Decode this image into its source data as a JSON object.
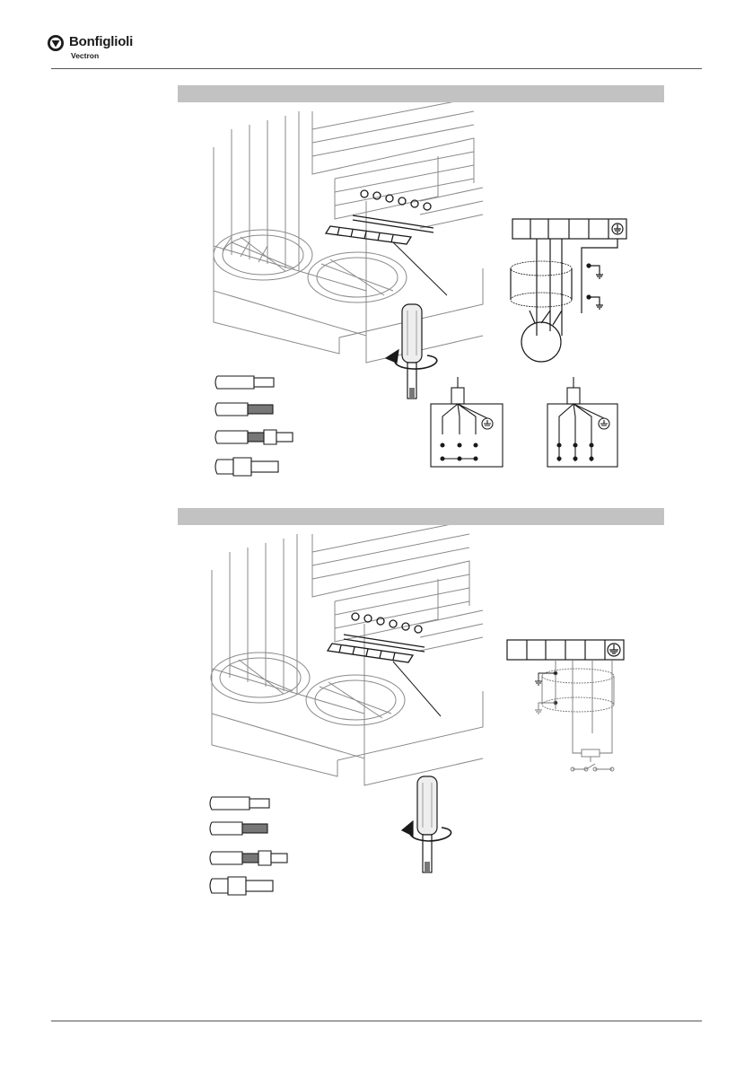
{
  "header": {
    "brand": "Bonfiglioli",
    "subbrand": "Vectron"
  },
  "sections": [
    {
      "id": "motor-connection",
      "heading_bar": "",
      "illustration": "inverter-terminal-motor-connection",
      "icons": [
        "screwdriver-icon",
        "rotation-arrow-icon",
        "ground-icon",
        "motor-icon",
        "star-connection-icon",
        "delta-connection-icon"
      ]
    },
    {
      "id": "braking-resistor-connection",
      "heading_bar": "",
      "illustration": "inverter-terminal-braking-resistor-connection",
      "icons": [
        "screwdriver-icon",
        "rotation-arrow-icon",
        "ground-icon",
        "resistor-icon",
        "thermal-contact-icon"
      ]
    }
  ],
  "colors": {
    "section_bar": "#c2c2c2",
    "line": "#1a1a1a",
    "drawing_gray": "#8a8a8a"
  }
}
